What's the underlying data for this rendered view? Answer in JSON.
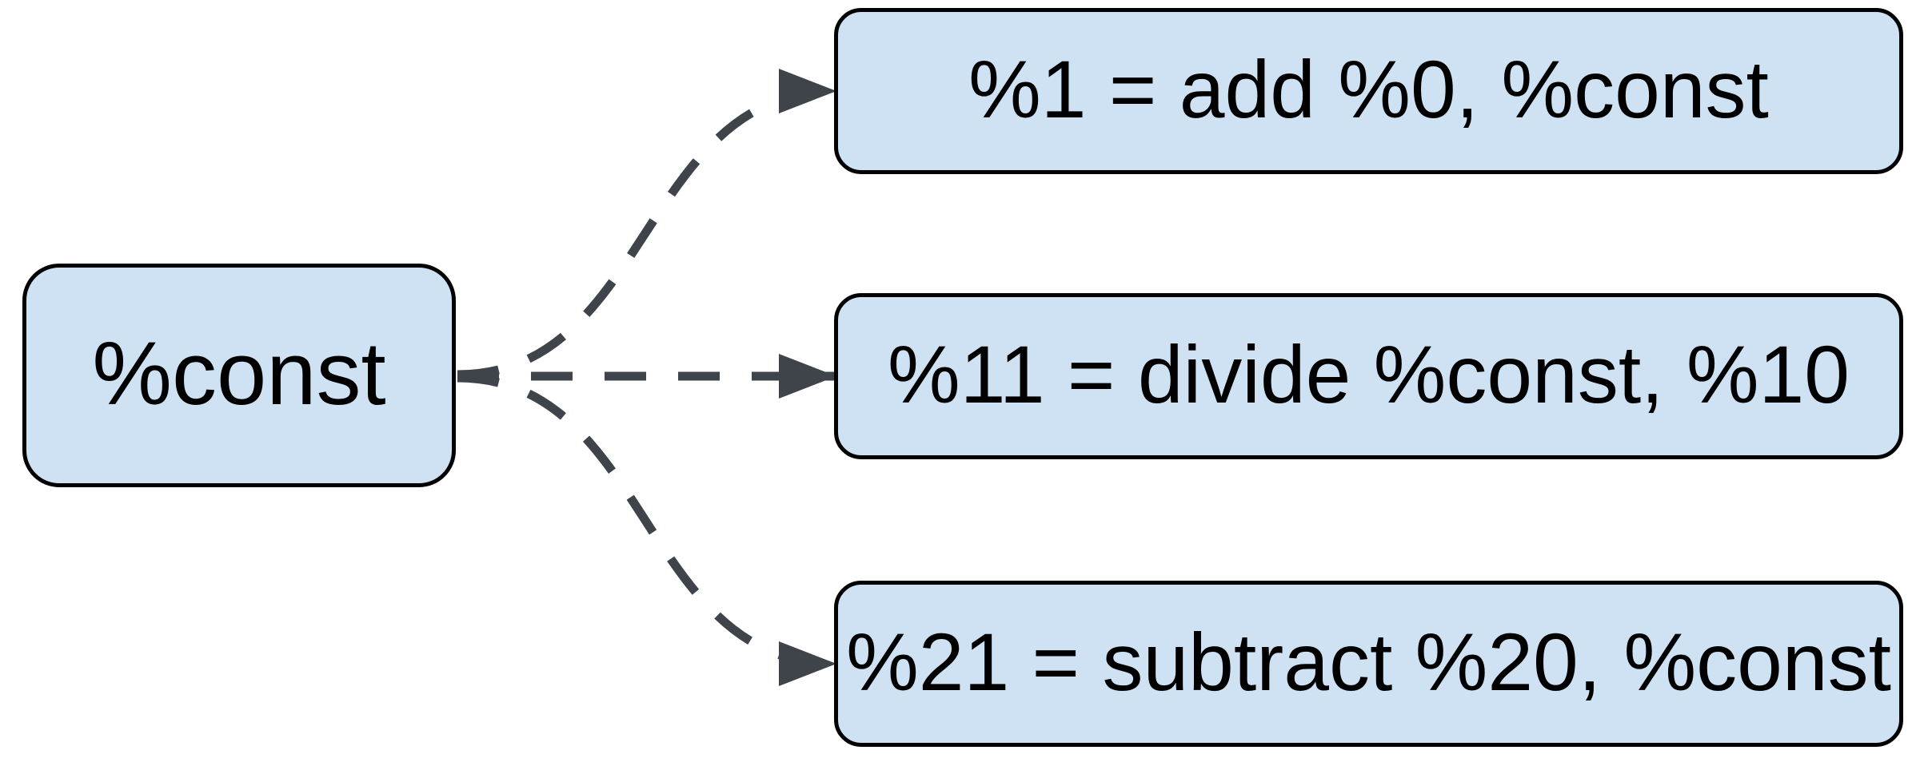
{
  "diagram": {
    "description": "Def-use dataflow diagram: a constant value node with dashed dependency arrows to three IR instructions that use it",
    "background_color": "#ffffff",
    "node_fill_color": "#cfe2f3",
    "node_border_color": "#000000",
    "arrow_color": "#3e444a",
    "source": {
      "label": "%const"
    },
    "targets": [
      {
        "label": "%1 = add %0, %const"
      },
      {
        "label": "%11 = divide %const, %10"
      },
      {
        "label": "%21 = subtract %20, %const"
      }
    ]
  }
}
